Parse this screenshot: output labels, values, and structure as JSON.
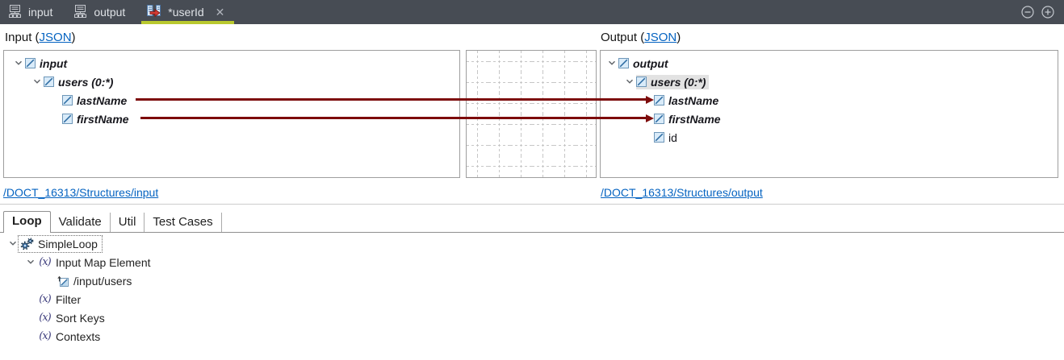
{
  "topbar": {
    "tabs": [
      {
        "label": "input",
        "icon": "structure-icon",
        "active": false
      },
      {
        "label": "output",
        "icon": "structure-icon",
        "active": false
      },
      {
        "label": "*userId",
        "icon": "mapper-icon",
        "active": true,
        "close_glyph": "✕"
      }
    ],
    "controls": [
      {
        "name": "collapse-button",
        "glyph": "minus"
      },
      {
        "name": "expand-button",
        "glyph": "plus"
      }
    ]
  },
  "input_panel": {
    "title_prefix": "Input (",
    "title_link": "JSON",
    "title_suffix": ")",
    "structure_link": "/DOCT_16313/Structures/input",
    "tree": [
      {
        "label": "input",
        "level": 0,
        "chevron": true,
        "icon": "element-icon",
        "emphasis": true
      },
      {
        "label": "users (0:*)",
        "level": 1,
        "chevron": true,
        "icon": "element-icon",
        "emphasis": true
      },
      {
        "label": "lastName",
        "level": 2,
        "chevron": false,
        "icon": "element-icon",
        "emphasis": true
      },
      {
        "label": "firstName",
        "level": 2,
        "chevron": false,
        "icon": "element-icon",
        "emphasis": true
      }
    ]
  },
  "output_panel": {
    "title_prefix": "Output (",
    "title_link": "JSON",
    "title_suffix": ")",
    "structure_link": "/DOCT_16313/Structures/output",
    "tree": [
      {
        "label": "output",
        "level": 0,
        "chevron": true,
        "icon": "element-icon",
        "emphasis": true
      },
      {
        "label": "users (0:*)",
        "level": 1,
        "chevron": true,
        "icon": "element-icon",
        "emphasis": true,
        "selected": true
      },
      {
        "label": "lastName",
        "level": 2,
        "chevron": false,
        "icon": "element-icon",
        "emphasis": true
      },
      {
        "label": "firstName",
        "level": 2,
        "chevron": false,
        "icon": "element-icon",
        "emphasis": true
      },
      {
        "label": "id",
        "level": 2,
        "chevron": false,
        "icon": "element-icon",
        "emphasis": false
      }
    ]
  },
  "mappings": [
    {
      "from": "lastName",
      "to": "lastName"
    },
    {
      "from": "firstName",
      "to": "firstName"
    }
  ],
  "bottom": {
    "tabs": [
      {
        "label": "Loop",
        "active": true
      },
      {
        "label": "Validate",
        "active": false
      },
      {
        "label": "Util",
        "active": false
      },
      {
        "label": "Test Cases",
        "active": false
      }
    ],
    "tree": [
      {
        "label": "SimpleLoop",
        "level": 0,
        "chevron": true,
        "icon": "gears-icon",
        "focused": true
      },
      {
        "label": "Input Map Element",
        "level": 1,
        "chevron": true,
        "icon": "fx-icon"
      },
      {
        "label": "/input/users",
        "level": 2,
        "chevron": false,
        "icon": "mapped-element-icon"
      },
      {
        "label": "Filter",
        "level": 1,
        "chevron": false,
        "icon": "fx-icon"
      },
      {
        "label": "Sort Keys",
        "level": 1,
        "chevron": false,
        "icon": "fx-icon"
      },
      {
        "label": "Contexts",
        "level": 1,
        "chevron": false,
        "icon": "fx-icon"
      }
    ]
  },
  "colors": {
    "topbar_bg": "#474c54",
    "active_tab_underline": "#b9c92f",
    "mapping_line": "#7d0b0b",
    "link_blue": "#0563c1",
    "panel_border": "#9e9e9e",
    "selection_bg": "#e2e2e2"
  }
}
